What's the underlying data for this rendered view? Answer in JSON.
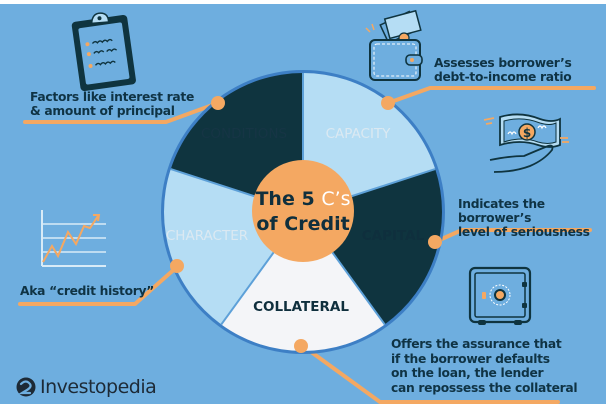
{
  "title": {
    "line1_prefix": "The 5",
    "line1_accent": "C’s",
    "line2": "of Credit"
  },
  "slices": [
    {
      "name": "CONDITIONS",
      "fill": "#b5ddf4",
      "text_color": "#163545",
      "description": "Factors like interest rate & amount of principal",
      "icon": "clipboard-icon"
    },
    {
      "name": "CAPACITY",
      "fill": "#0f343f",
      "text_color": "#dbe9f2",
      "description": "Assesses borrower’s debt-to-income ratio",
      "icon": "wallet-icon"
    },
    {
      "name": "CAPITAL",
      "fill": "#f4f5f8",
      "text_color": "#0f2f3d",
      "description": "Indicates the borrower’s level of seriousness",
      "icon": "money-hand-icon"
    },
    {
      "name": "COLLATERAL",
      "fill": "#b5ddf4",
      "text_color": "#0f2f3d",
      "description": "Offers the assurance that if the borrower defaults on the loan, the lender can repossess the collateral",
      "icon": "safe-icon"
    },
    {
      "name": "CHARACTER",
      "fill": "#0f343f",
      "text_color": "#dbe9f2",
      "description": "Aka “credit history”",
      "icon": "chart-icon"
    }
  ],
  "descriptions": {
    "conditions": [
      "Factors like interest rate",
      "& amount of principal"
    ],
    "capacity": [
      "Assesses borrower’s",
      "debt-to-income ratio"
    ],
    "capital": [
      "Indicates the borrower’s",
      "level of seriousness"
    ],
    "collateral": [
      "Offers the assurance that",
      "if the borrower defaults",
      "on the loan, the lender",
      "can repossess the collateral"
    ],
    "character": [
      "Aka “credit history”"
    ]
  },
  "colors": {
    "background": "#6eaedf",
    "accent": "#f4a862",
    "dark": "#0f343f",
    "light": "#b5ddf4",
    "white": "#f4f5f8"
  },
  "brand": {
    "name": "Investopedia"
  }
}
